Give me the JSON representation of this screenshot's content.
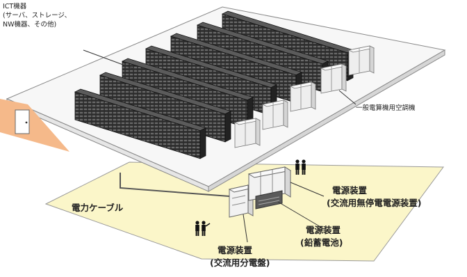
{
  "labels": {
    "ict_line1": "ICT機器",
    "ict_line2": "(サーバ、ストレージ、",
    "ict_line3": "NW機器、その他)",
    "aircon": "一般電算機用空調機",
    "ups_line1": "電源装置",
    "ups_line2": "(交流用無停電電源装置)",
    "battery_line1": "電源装置",
    "battery_line2": "(鉛蓄電池)",
    "distribution_line1": "電源装置",
    "distribution_line2": "(交流用分電盤)",
    "cable": "電力ケーブル"
  },
  "colors": {
    "upper_floor": "#f7f7f7",
    "lower_floor": "#fbf6c9",
    "wall": "#f5b98a",
    "rack_front": "#3a3a3a",
    "rack_top": "#5b5b5b",
    "rack_side": "#222222",
    "equipment": "#eeeeee",
    "line": "#333333"
  },
  "icons": {
    "person": "person-icon",
    "door": "door-icon"
  }
}
